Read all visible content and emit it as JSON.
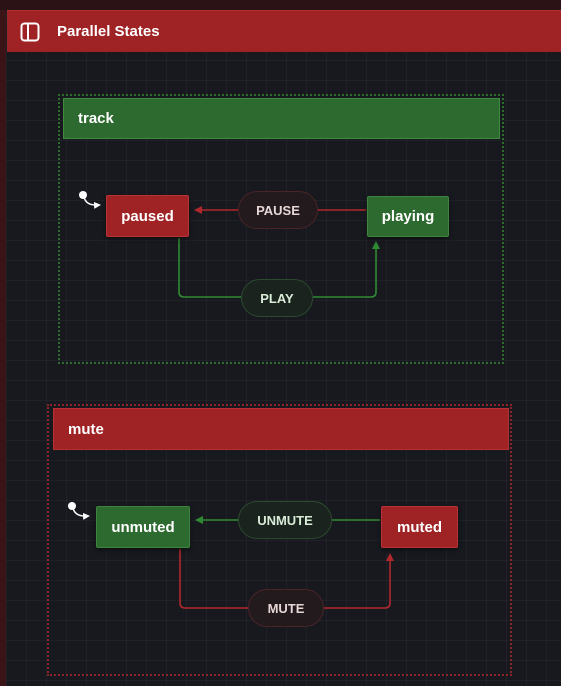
{
  "header": {
    "title": "Parallel States",
    "icon": "panel-layout-icon"
  },
  "regions": [
    {
      "label": "track",
      "color": "#2d6a2f",
      "states": [
        {
          "label": "paused",
          "color": "#9f2224",
          "initial": true
        },
        {
          "label": "playing",
          "color": "#2d6a2f"
        }
      ],
      "events": [
        {
          "label": "PAUSE",
          "from": "playing",
          "to": "paused"
        },
        {
          "label": "PLAY",
          "from": "paused",
          "to": "playing"
        }
      ]
    },
    {
      "label": "mute",
      "color": "#9f2224",
      "states": [
        {
          "label": "unmuted",
          "color": "#2d6a2f",
          "initial": true
        },
        {
          "label": "muted",
          "color": "#9f2224"
        }
      ],
      "events": [
        {
          "label": "UNMUTE",
          "from": "muted",
          "to": "unmuted"
        },
        {
          "label": "MUTE",
          "from": "unmuted",
          "to": "muted"
        }
      ]
    }
  ]
}
